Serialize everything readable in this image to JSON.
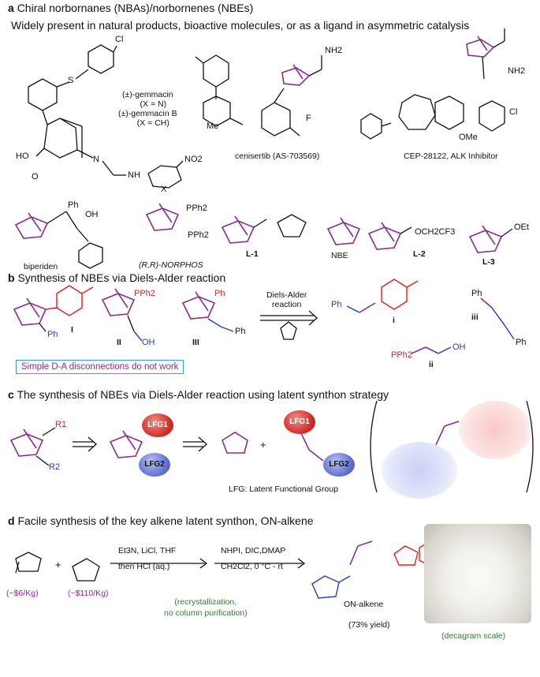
{
  "sections": {
    "a": {
      "letter": "a",
      "title": "Chiral norbornanes (NBAs)/norbornenes (NBEs)",
      "subtitle": "Widely present in natural products, bioactive molecules, or as a ligand in asymmetric catalysis",
      "gemmacin": [
        "(±)-gemmacin",
        "(X = N)",
        "(±)-gemmacin B",
        "(X = CH)"
      ],
      "atoms": {
        "cl1": "Cl",
        "s": "S",
        "ho": "HO",
        "o": "O",
        "n": "N",
        "nh": "NH",
        "x": "X",
        "no2": "NO2",
        "me": "Me",
        "nh2": "NH2",
        "f": "F",
        "cl2": "Cl",
        "ome": "OMe",
        "ph": "Ph",
        "oh": "OH",
        "pph2": "PPh2",
        "cf3": "OCH2CF3",
        "oet": "OEt"
      },
      "names": {
        "cenisertib": "cenisertib (AS-703569)",
        "cep": "CEP-28122, ALK Inhibitor",
        "biperiden": "biperiden",
        "norphos": "(R,R)-NORPHOS",
        "l1": "L-1",
        "nbe": "NBE",
        "l2": "L-2",
        "l3": "L-3"
      }
    },
    "b": {
      "letter": "b",
      "title": "Synthesis of NBEs via Diels-Alder reaction",
      "labels": [
        "I",
        "II",
        "III",
        "i",
        "ii",
        "iii"
      ],
      "arrow_text": [
        "Diels-Alder",
        "reaction"
      ],
      "note": "Simple D-A disconnections do not work",
      "atoms": {
        "ph": "Ph",
        "pph2": "PPh2",
        "oh": "OH"
      }
    },
    "c": {
      "letter": "c",
      "title": "The synthesis of NBEs via Diels-Alder reaction using latent synthon strategy",
      "r1": "R1",
      "r2": "R2",
      "lfg1": "LFG1",
      "lfg2": "LFG2",
      "plus": "+",
      "footnote": "LFG: Latent Functional Group"
    },
    "d": {
      "letter": "d",
      "title": "Facile synthesis of the key alkene latent synthon, ON-alkene",
      "reagents1": [
        "Et3N, LiCl, THF",
        "then HCl (aq.)"
      ],
      "reagents2": [
        "NHPI, DIC,DMAP",
        "CH2Cl2, 0 °C - rt"
      ],
      "note": [
        "(recrystallization,",
        "no column purification)"
      ],
      "price1": "(~$6/Kg)",
      "price2": "(~$110/Kg)",
      "product": "ON-alkene",
      "yield": "(73% yield)",
      "scale": "(decagram scale)",
      "plus": "+"
    }
  }
}
